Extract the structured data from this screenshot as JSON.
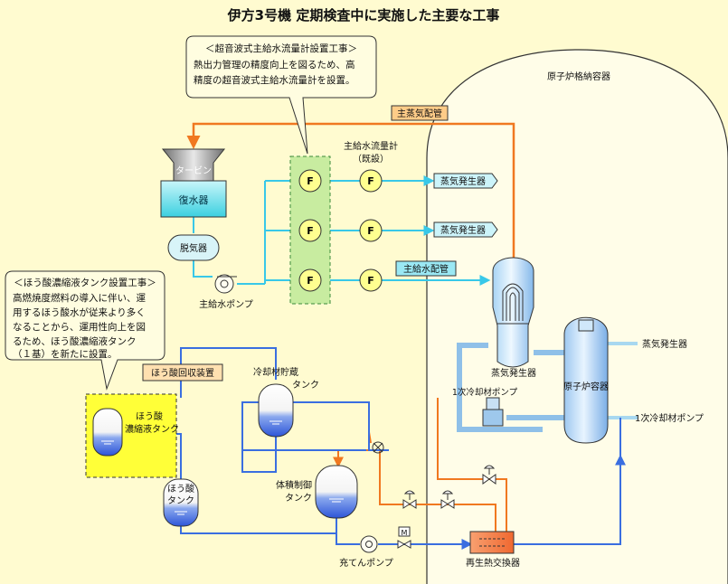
{
  "title": "伊方3号機 定期検査中に実施した主要な工事",
  "containment_label": "原子炉格納容器",
  "callout_flowmeter": {
    "heading": "＜超音波式主給水流量計設置工事＞",
    "lines": [
      "熱出力管理の精度向上を図るため、高",
      "精度の超音波式主給水流量計を設置。"
    ]
  },
  "callout_boric": {
    "heading": "＜ほう酸濃縮液タンク設置工事＞",
    "lines": [
      "高燃焼度燃料の導入に伴い、運",
      "用するほう酸水が従来より多く",
      "なることから、運用性向上を図",
      "るため、ほう酸濃縮液タンク",
      "（１基）を新たに設置。"
    ]
  },
  "labels": {
    "main_steam_pipe": "主蒸気配管",
    "turbine": "タービン",
    "condenser": "復水器",
    "deaerator": "脱気器",
    "feedwater_pump": "主給水ポンプ",
    "existing_flowmeter_1": "主給水流量計",
    "existing_flowmeter_2": "（既設）",
    "feedwater_pipe": "主給水配管",
    "sg_tag_1": "蒸気発生器",
    "sg_tag_2": "蒸気発生器",
    "sg_right": "蒸気発生器",
    "sg_center": "蒸気発生器",
    "primary_pump_left": "1次冷却材ポンプ",
    "primary_pump_right": "1次冷却材ポンプ",
    "reactor_vessel": "原子炉容器",
    "boric_recovery": "ほう酸回収装置",
    "coolant_storage_1": "冷却材貯蔵",
    "coolant_storage_2": "タンク",
    "boric_conc_1": "ほう酸",
    "boric_conc_2": "濃縮液タンク",
    "boric_tank_1": "ほう酸",
    "boric_tank_2": "タンク",
    "vct_1": "体積制御",
    "vct_2": "タンク",
    "charging_pump": "充てんポンプ",
    "regen_hx": "再生熱交換器",
    "motor": "M"
  },
  "flowmeter_symbol": "F",
  "colors": {
    "background": "#fffbd0",
    "steam_pipe": "#f07820",
    "feedwater_pipe": "#38c8e8",
    "primary_pipe": "#3a6ee0",
    "callout_fill": "#fffde0",
    "new_equipment_fill": "#ffff38",
    "flowmeter_fill": "#ffff90",
    "highlight_box": "#c8eca0"
  }
}
